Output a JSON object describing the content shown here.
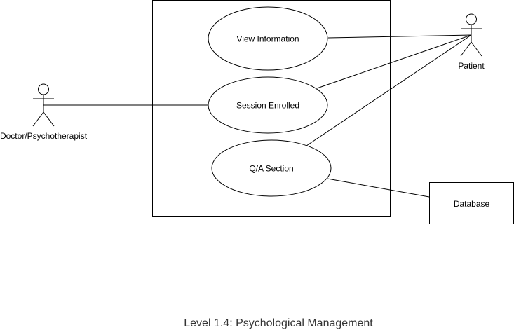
{
  "diagram": {
    "use_cases": {
      "view_information": "View Information",
      "session_enrolled": "Session Enrolled",
      "qa_section": "Q/A Section"
    },
    "actors": {
      "doctor": "Doctor/Psychotherapist",
      "patient": "Patient"
    },
    "external": {
      "database": "Database"
    },
    "caption": "Level 1.4: Psychological Management"
  }
}
